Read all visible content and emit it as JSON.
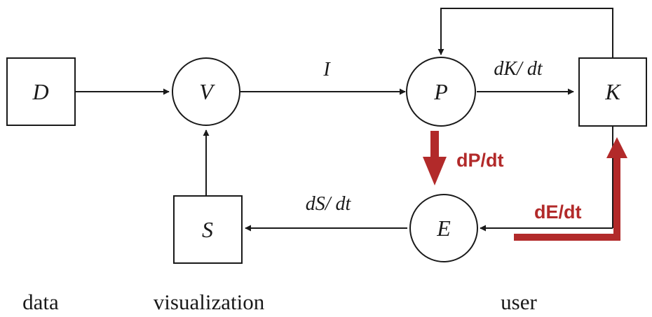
{
  "nodes": {
    "D": "D",
    "V": "V",
    "P": "P",
    "K": "K",
    "S": "S",
    "E": "E"
  },
  "edge_labels": {
    "I": "I",
    "dK_dt": "dK/ dt",
    "dS_dt": "dS/ dt",
    "dP_dt": "dP/dt",
    "dE_dt": "dE/dt"
  },
  "captions": {
    "data": "data",
    "visualization": "visualization",
    "user": "user"
  },
  "colors": {
    "ink": "#1a1a1a",
    "accent_red": "#b22a2a"
  }
}
